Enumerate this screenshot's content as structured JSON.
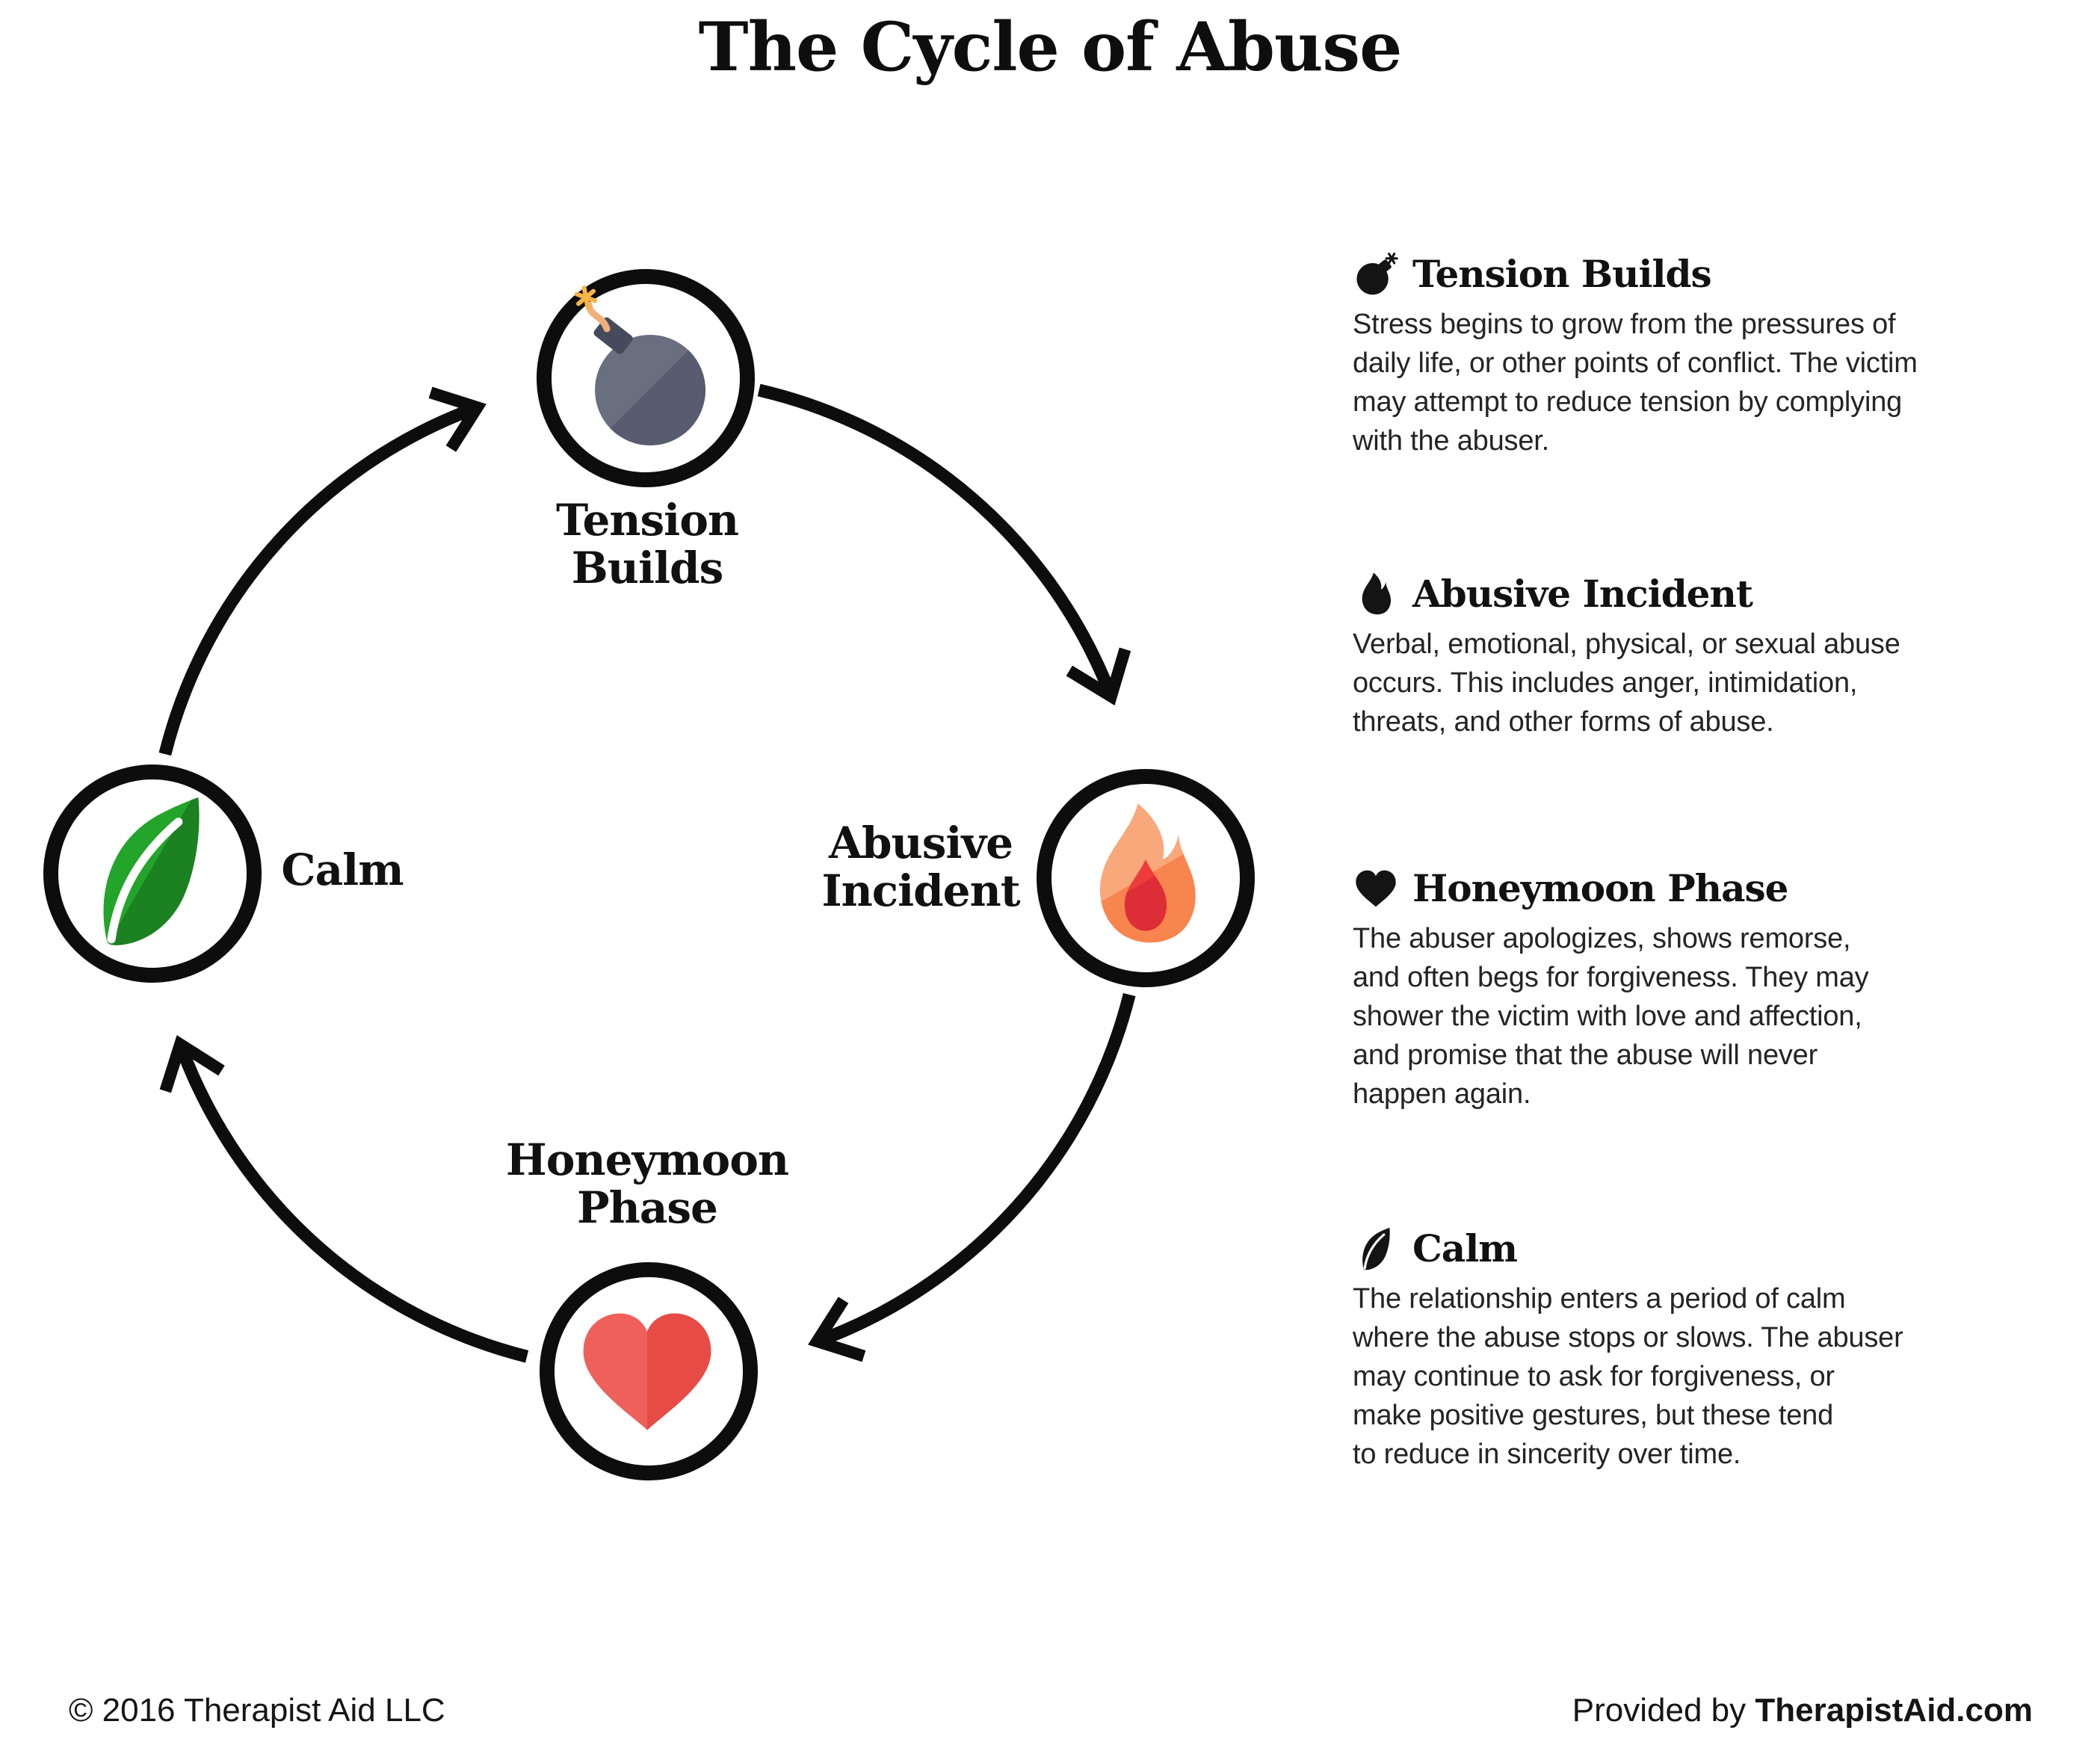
{
  "title": "The Cycle of Abuse",
  "cycle": {
    "nodes": [
      {
        "id": "tension",
        "label": "Tension\nBuilds",
        "icon": "bomb"
      },
      {
        "id": "abusive",
        "label": "Abusive\nIncident",
        "icon": "flame"
      },
      {
        "id": "honeymoon",
        "label": "Honeymoon\nPhase",
        "icon": "heart"
      },
      {
        "id": "calm",
        "label": "Calm",
        "icon": "leaf"
      }
    ]
  },
  "legend": [
    {
      "icon": "bomb",
      "heading": "Tension Builds",
      "body": "Stress begins to grow from the pressures of\ndaily life, or other points of conflict. The victim\nmay attempt to reduce tension by complying\nwith the abuser."
    },
    {
      "icon": "flame",
      "heading": "Abusive Incident",
      "body": "Verbal, emotional, physical, or sexual abuse\noccurs. This includes anger, intimidation,\nthreats, and other forms of abuse."
    },
    {
      "icon": "heart",
      "heading": "Honeymoon Phase",
      "body": "The abuser apologizes, shows remorse,\nand often begs for forgiveness. They may\nshower the victim with love and affection,\nand promise that the abuse will never\nhappen again."
    },
    {
      "icon": "leaf",
      "heading": "Calm",
      "body": "The relationship enters a period of calm\nwhere the abuse stops or slows. The abuser\nmay continue to ask for forgiveness, or\nmake positive gestures, but these tend\nto reduce in sincerity over time."
    }
  ],
  "footer": {
    "left": "© 2016 Therapist Aid LLC",
    "right_prefix": "Provided by ",
    "right_brand": "TherapistAid.com"
  },
  "colors": {
    "line": "#0d0d0d",
    "bomb_body_light": "#6a6f80",
    "bomb_body_dark": "#585c6e",
    "bomb_cap": "#454a5c",
    "bomb_fuse": "#f0b07b",
    "bomb_spark": "#f6b545",
    "flame_light": "#f9a87b",
    "flame_dark": "#f8844e",
    "flame_drop": "#ee3b3b",
    "flame_drop_dark": "#dd2e38",
    "heart_light": "#f0605a",
    "heart_dark": "#e74b45",
    "leaf_light": "#23a42a",
    "leaf_dark": "#1c8121",
    "glyph": "#141414"
  }
}
